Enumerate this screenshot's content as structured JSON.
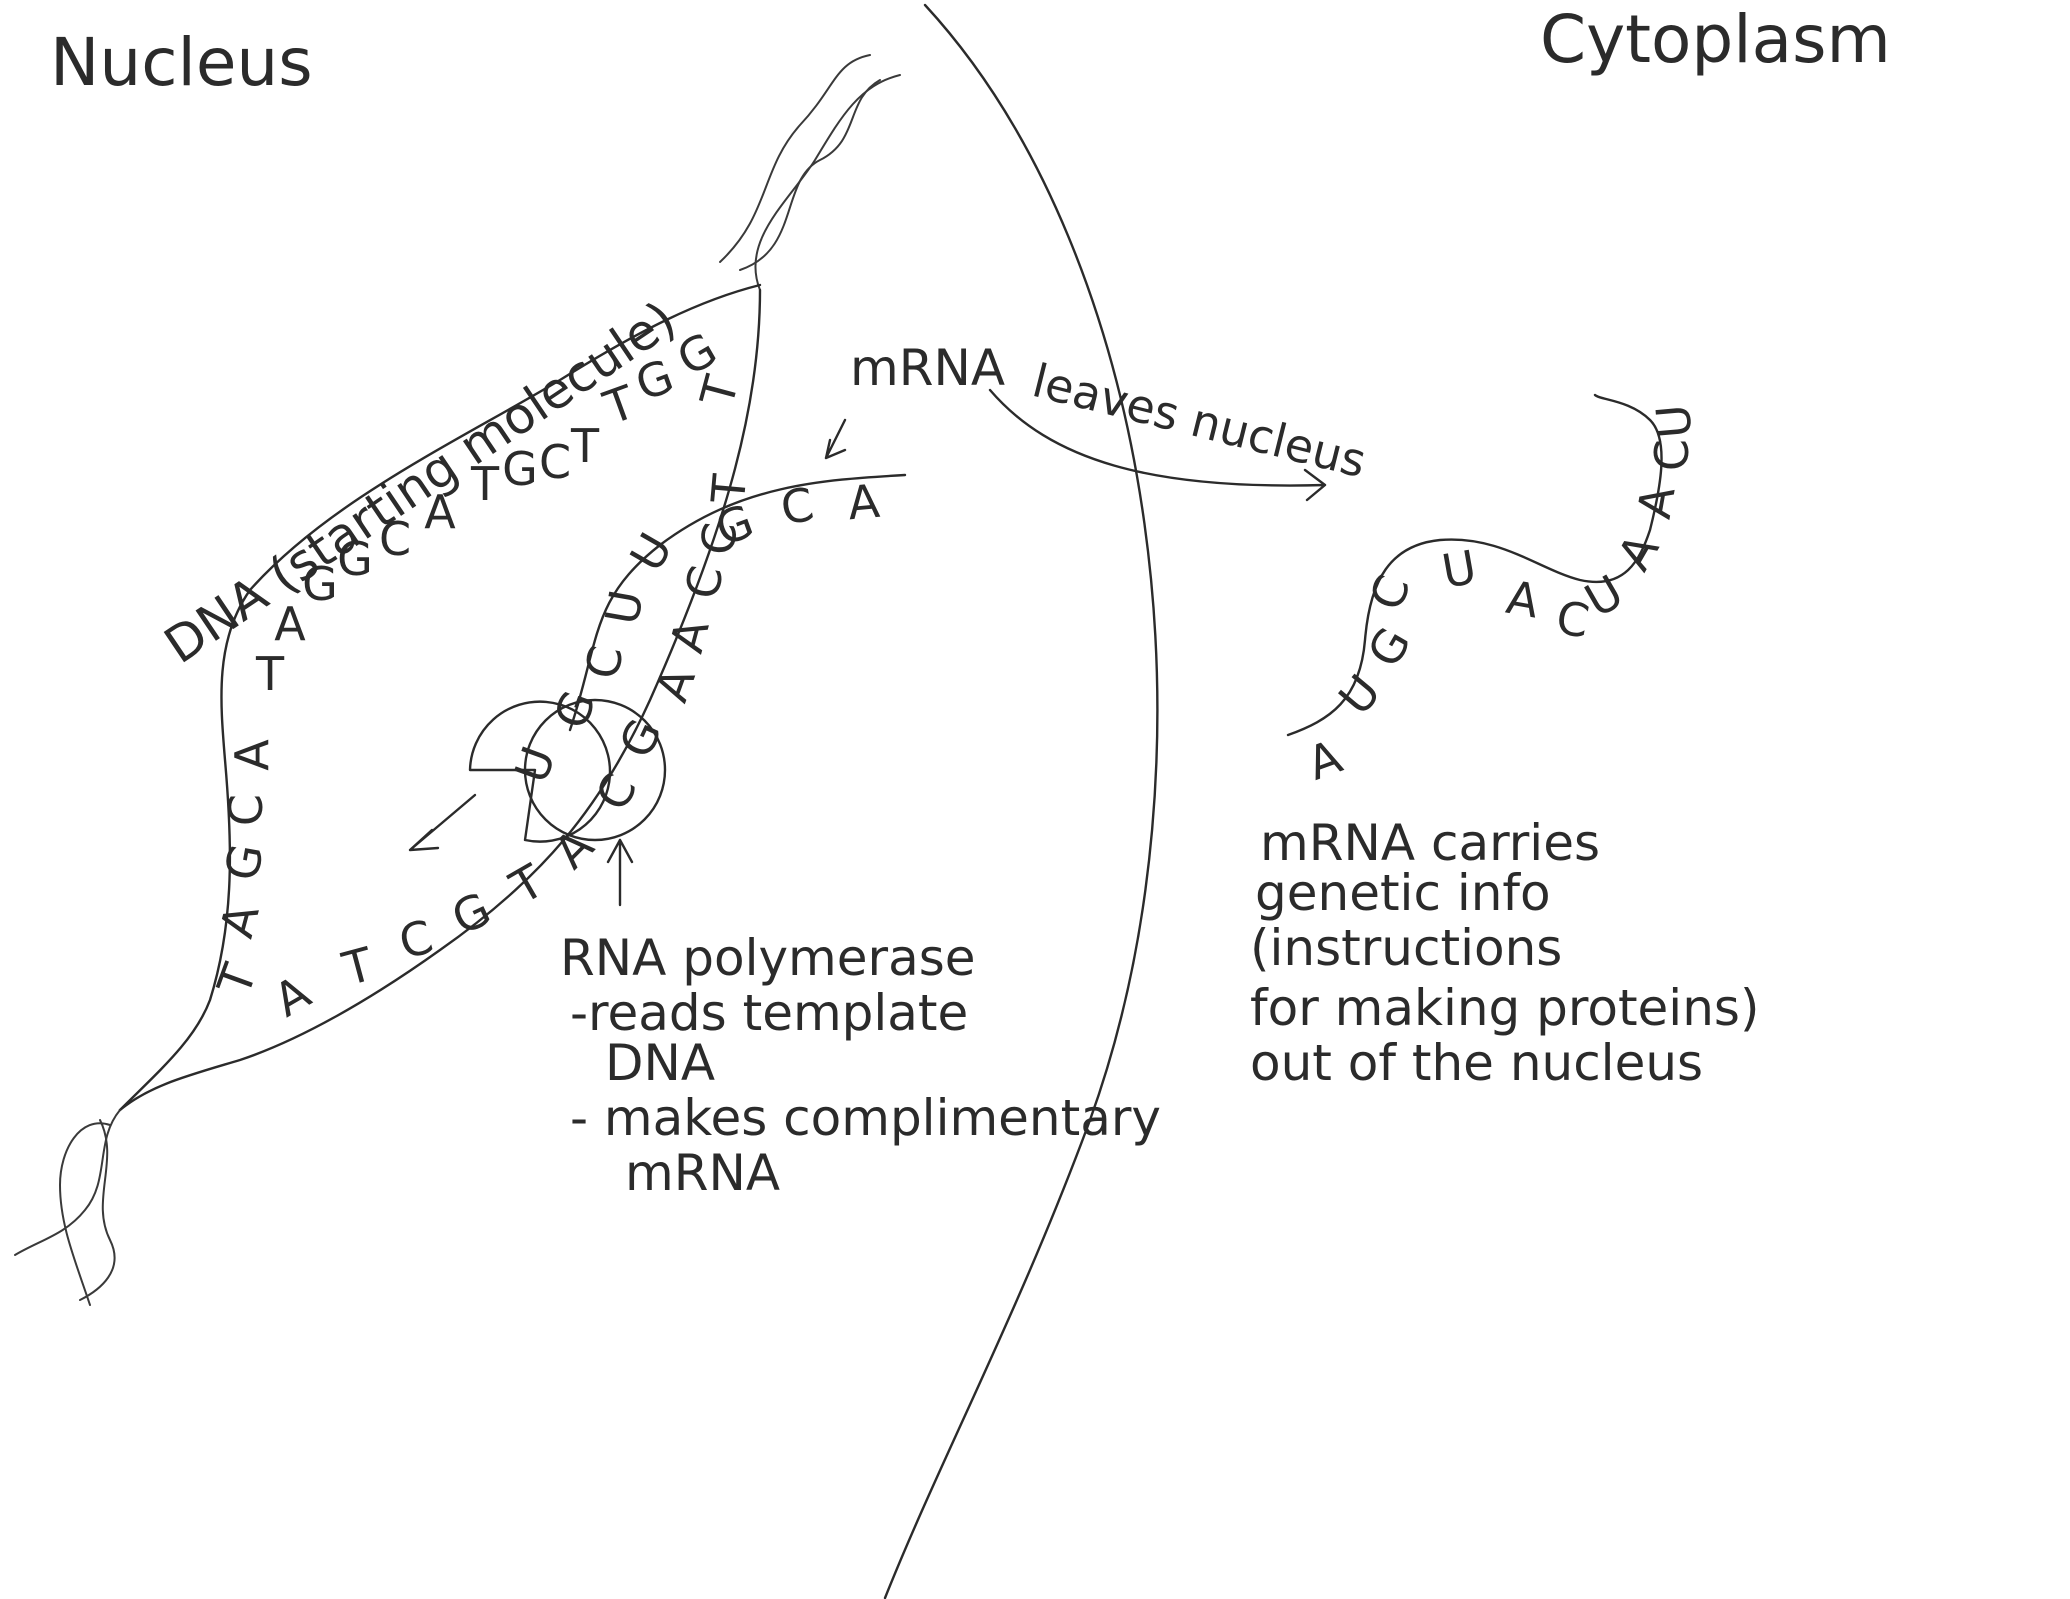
{
  "regions": {
    "nucleus": "Nucleus",
    "cytoplasm": "Cytoplasm"
  },
  "labels": {
    "dna": "DNA (starting molecule)",
    "mrna": "mRNA",
    "leaves": "leaves nucleus",
    "polymerase_1": "RNA polymerase",
    "polymerase_2": "-reads template",
    "polymerase_3": "DNA",
    "polymerase_4": "- makes complimentary",
    "polymerase_5": "mRNA",
    "carries_1": "mRNA carries",
    "carries_2": "genetic info",
    "carries_3": "(instructions",
    "carries_4": "for making proteins)",
    "carries_5": "out of the nucleus"
  },
  "sequences": {
    "dna_template_top": [
      "T",
      "G",
      "G",
      "T",
      "T",
      "C",
      "G",
      "T",
      "A",
      "C",
      "G",
      "G",
      "A",
      "T"
    ],
    "dna_template_left": [
      "A",
      "C",
      "G",
      "A",
      "T"
    ],
    "dna_bottom": [
      "A",
      "T",
      "C",
      "G",
      "T",
      "A",
      "C",
      "G",
      "A",
      "A",
      "C",
      "C",
      "T"
    ],
    "mrna_nucleus": [
      "U",
      "G",
      "C",
      "U",
      "U",
      "G",
      "C",
      "A"
    ],
    "mrna_cytoplasm": [
      "A",
      "U",
      "G",
      "C",
      "U",
      "A",
      "C",
      "U",
      "A",
      "A",
      "C",
      "U"
    ]
  }
}
